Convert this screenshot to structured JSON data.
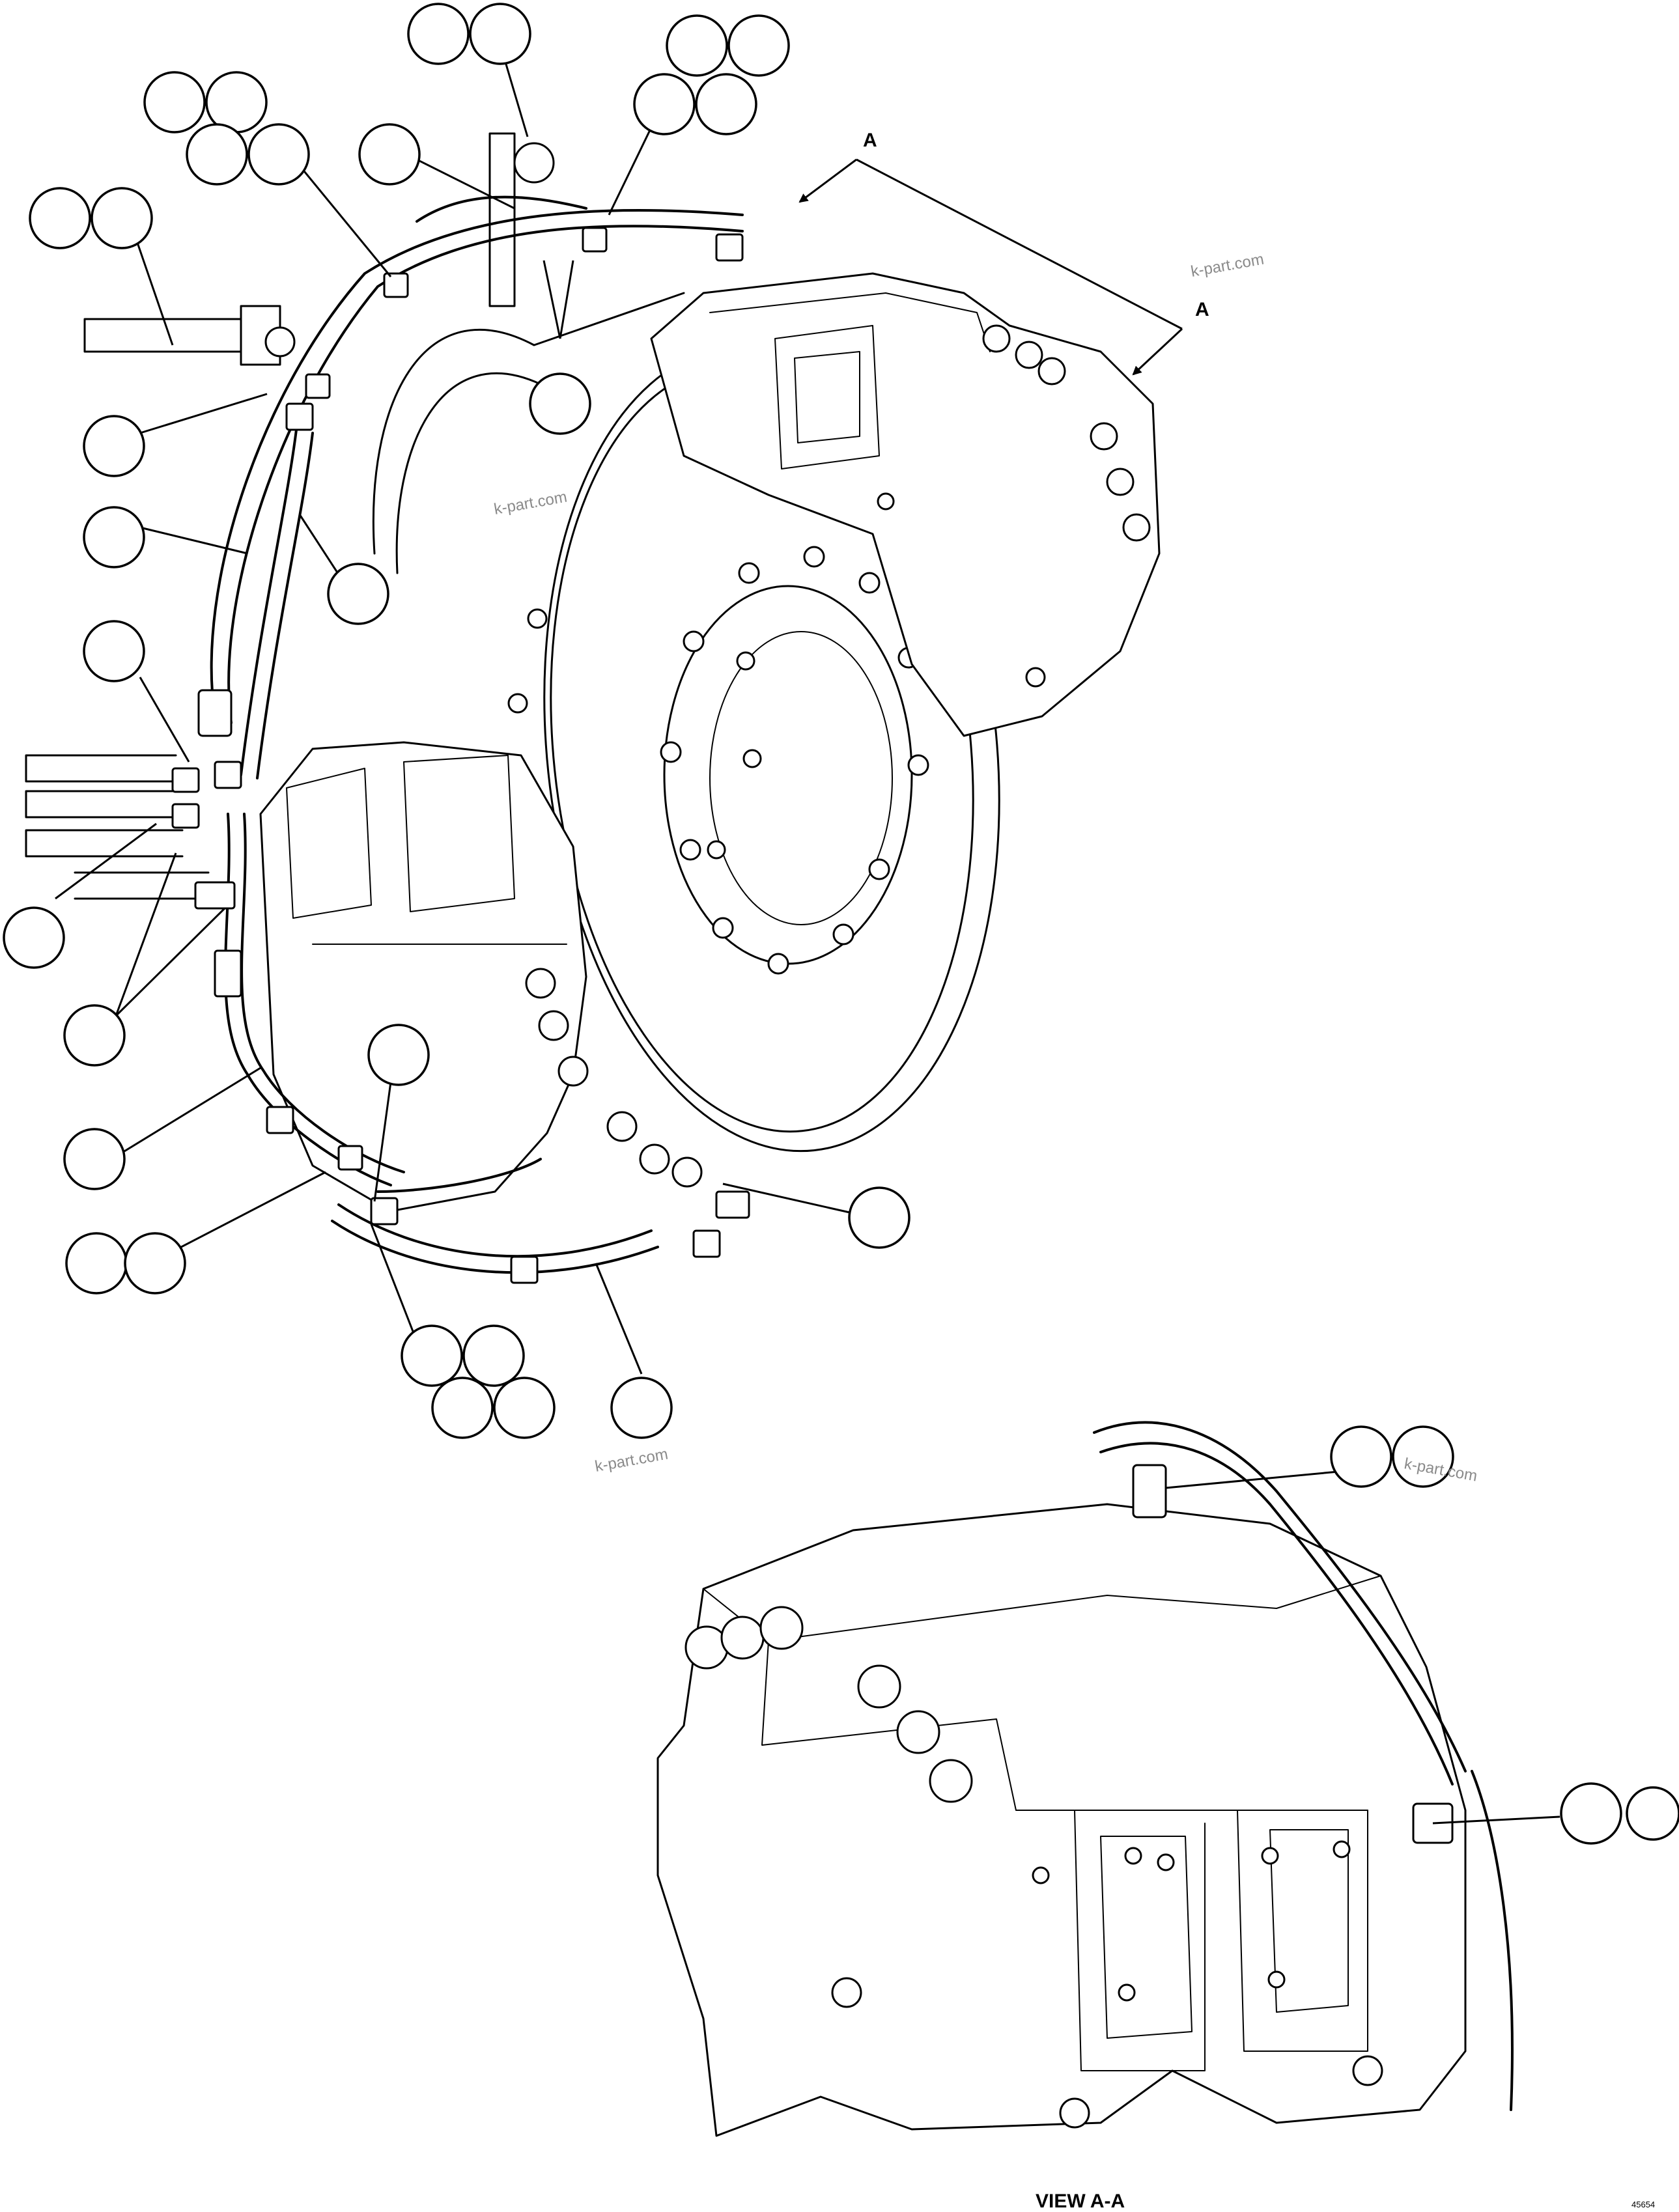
{
  "view_arrow_label": "A",
  "view_caption": "VIEW A-A",
  "watermark": "k-part.com",
  "drawing_code": "45654",
  "callout_bubbles": {
    "count": 48,
    "style": "blank circle (part number omitted)"
  }
}
